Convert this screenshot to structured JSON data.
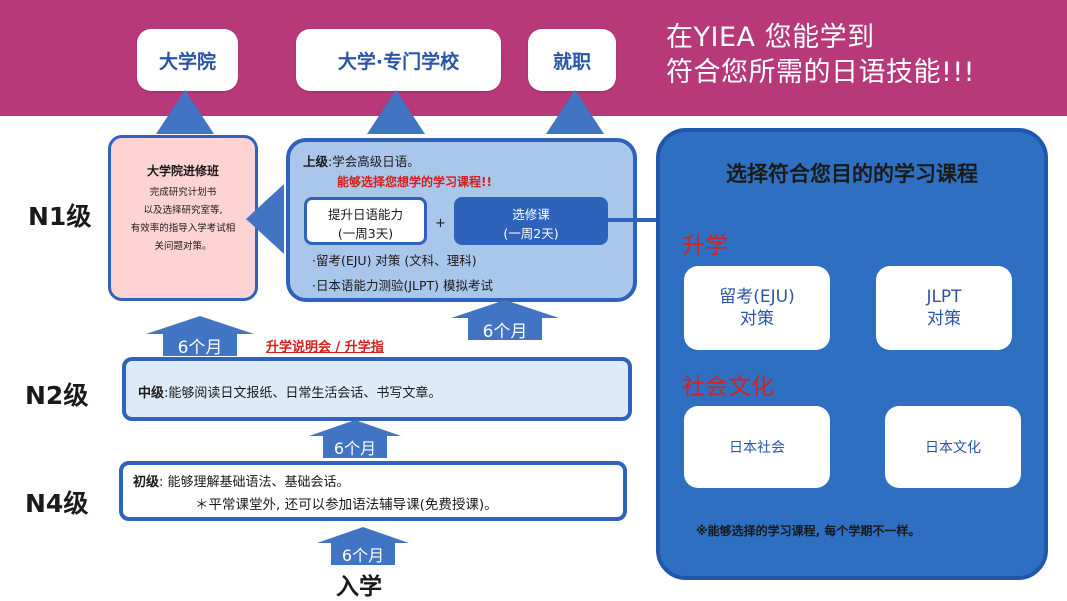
{
  "header": {
    "line1": "在YIEA 您能学到",
    "line2": "符合您所需的日语技能!!!"
  },
  "destinations": {
    "grad": "大学院",
    "univ": "大学·专门学校",
    "job": "就职"
  },
  "levels": {
    "n1": "N1级",
    "n2": "N2级",
    "n4": "N4级"
  },
  "grad_course": {
    "title": "大学院进修班",
    "desc": [
      "完成研究计划书",
      "以及选择研究室等,",
      "有效率的指导入学考试相",
      "关问题对策。"
    ]
  },
  "n1": {
    "heading_label": "上级",
    "heading_text": ":学会高级日语。",
    "choose_text": "能够选择您想学的学习课程!!",
    "course_a": {
      "title": "提升日语能力",
      "sub": "(一周3天)"
    },
    "plus": "+",
    "course_b": {
      "title": "选修课",
      "sub": "(一周2天)"
    },
    "bullet1": "·留考(EJU) 对策  (文科、理科)",
    "bullet2": "·日本语能力测验(JLPT) 模拟考试"
  },
  "arrows": {
    "a1": "6个月",
    "a2": "6个月",
    "a3": "6个月",
    "a4": "6个月"
  },
  "link_text": "升学说明会 / 升学指",
  "n2": {
    "label": "中级",
    "text": ":能够阅读日文报纸、日常生活会话、书写文章。"
  },
  "n4": {
    "label": "初级",
    "text1": ":  能够理解基础语法、基础会话。",
    "text2": "＊平常课堂外, 还可以参加语法辅导课(免费授课)。"
  },
  "entry": "入学",
  "panel": {
    "title": "选择符合您目的的学习课程",
    "sec1": "升学",
    "card1": {
      "line1": "留考(EJU)",
      "line2": "对策"
    },
    "card2": {
      "line1": "JLPT",
      "line2": "对策"
    },
    "sec2": "社会文化",
    "card3": "日本社会",
    "card4": "日本文化",
    "note": "※能够选择的学习课程, 每个学期不一样。"
  },
  "colors": {
    "band": "#b7397a",
    "accent_blue": "#2f62bb",
    "panel_blue": "#2f6fc1",
    "red": "#d32020",
    "pink": "#fdd3d3"
  }
}
